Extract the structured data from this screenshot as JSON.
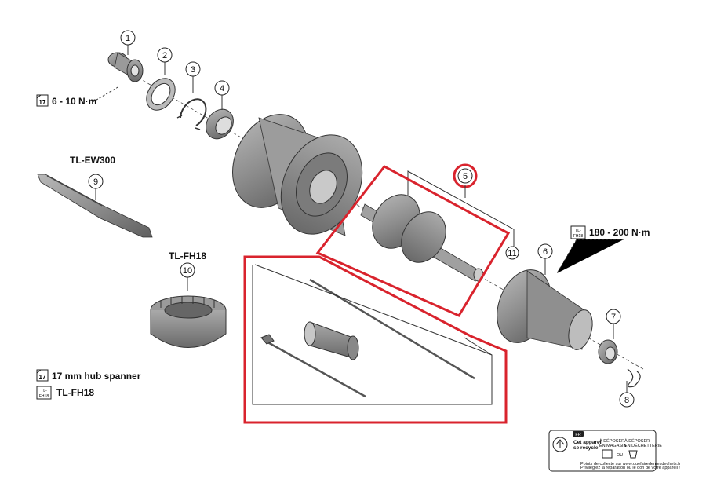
{
  "diagram": {
    "callouts": [
      {
        "id": "callout-1",
        "num": "1"
      },
      {
        "id": "callout-2",
        "num": "2"
      },
      {
        "id": "callout-3",
        "num": "3"
      },
      {
        "id": "callout-4",
        "num": "4"
      },
      {
        "id": "callout-5",
        "num": "5"
      },
      {
        "id": "callout-6",
        "num": "6"
      },
      {
        "id": "callout-7",
        "num": "7"
      },
      {
        "id": "callout-8",
        "num": "8"
      },
      {
        "id": "callout-9",
        "num": "9"
      },
      {
        "id": "callout-10",
        "num": "10"
      },
      {
        "id": "callout-11",
        "num": "11"
      }
    ],
    "tool_labels": {
      "tl_ew300": "TL-EW300",
      "tl_fh18": "TL-FH18"
    },
    "torques": {
      "lock_ring": "6 - 10 N·m",
      "freehub": "180 - 200 N·m"
    },
    "legend": {
      "spanner_icon_num": "17",
      "spanner_text": "17 mm hub spanner",
      "tool_icon_top": "TL-",
      "tool_icon_bottom": "FH18",
      "tool_text": "TL-FH18"
    },
    "recycle": {
      "badge": "FR",
      "title_line1": "Cet appareil",
      "title_line2": "se recycle",
      "col1_line1": "À DÉPOSER",
      "col1_line2": "EN MAGASIN",
      "col2_line1": "À DÉPOSER",
      "col2_line2": "EN DÉCHETTERIE",
      "or": "OU",
      "foot1": "Points de collecte sur www.quefairedemesdechets.fr",
      "foot2": "Privilégiez la réparation ou le don de votre appareil !"
    },
    "colors": {
      "highlight": "#d9232d",
      "part_fill": "#8d8d8d",
      "part_dark": "#5a5a5a",
      "line": "#333333"
    }
  }
}
